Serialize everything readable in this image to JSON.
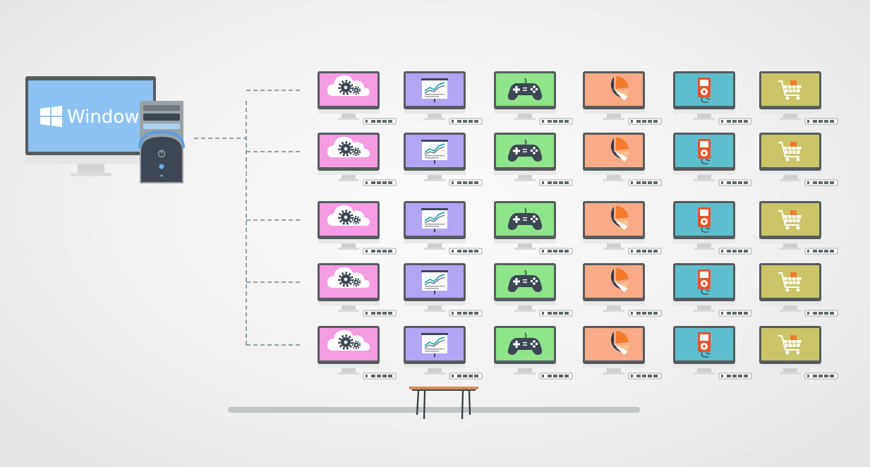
{
  "host": {
    "os_label": "Windows",
    "screen_color": "#8cc3f2",
    "tower_color": "#9aa2a8"
  },
  "grid": {
    "rows": 5,
    "columns": [
      {
        "name": "cloud-settings",
        "screen_color": "#f59ce4",
        "icon": "cloud-gear-icon"
      },
      {
        "name": "presentation",
        "screen_color": "#b4a4f5",
        "icon": "presentation-chart-icon"
      },
      {
        "name": "gaming",
        "screen_color": "#8ee58a",
        "icon": "gamepad-icon"
      },
      {
        "name": "analytics",
        "screen_color": "#f8ab86",
        "icon": "pie-chart-icon"
      },
      {
        "name": "media-player",
        "screen_color": "#5dbfcd",
        "icon": "music-player-icon"
      },
      {
        "name": "shopping",
        "screen_color": "#cbc567",
        "icon": "shopping-cart-icon"
      }
    ]
  },
  "colors": {
    "bezel": "#555c60",
    "stand": "#cfcfcf",
    "connector": "#6b8796",
    "floor": "#b9bfc2",
    "table_top": "#d98a55"
  }
}
